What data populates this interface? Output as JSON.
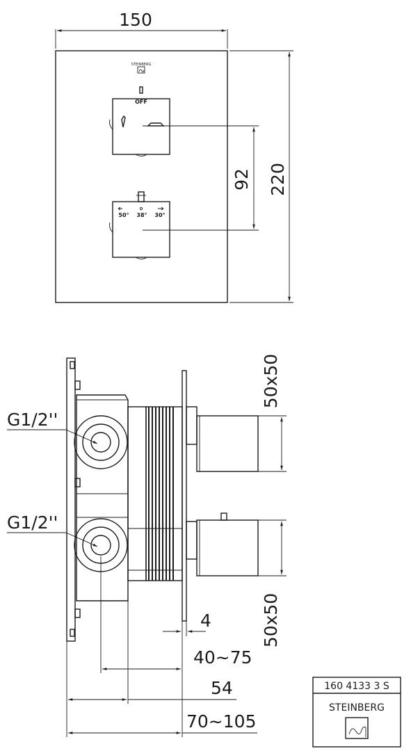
{
  "front_view": {
    "width_dim": "150",
    "height_dim": "220",
    "spacing_dim": "92",
    "brand_small": "STEINBERG",
    "off_label": "OFF",
    "temps": [
      "50°",
      "38°",
      "30°"
    ]
  },
  "side_view": {
    "connection_top": "G1/2''",
    "connection_bottom": "G1/2''",
    "knob_top_dim": "50x50",
    "knob_bottom_dim": "50x50",
    "plate_dim": "4",
    "depth_dim_1": "40~75",
    "depth_dim_2": "54",
    "depth_dim_3": "70~105"
  },
  "title_block": {
    "article_number": "160 4133 3 S",
    "brand": "STEINBERG"
  }
}
